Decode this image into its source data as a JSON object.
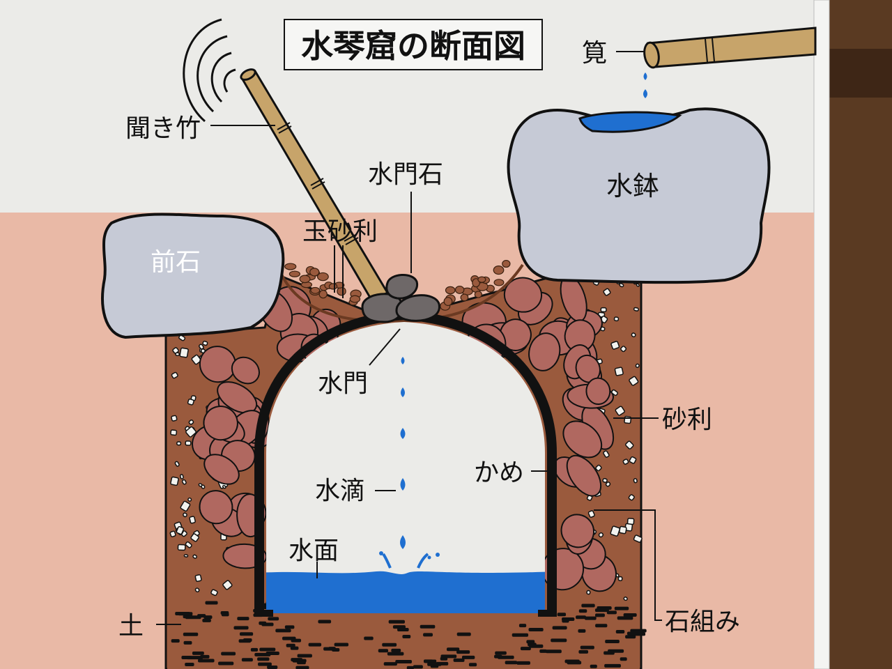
{
  "title": "水琴窟の断面図",
  "labels": {
    "kakei": "筧",
    "kikitake": "聞き竹",
    "suimonseki": "水門石",
    "tamajari": "玉砂利",
    "chozubachi": "水鉢",
    "maeishi": "前石",
    "suimon": "水門",
    "jari": "砂利",
    "kame": "かめ",
    "suiteki": "水滴",
    "suimen": "水面",
    "tsuchi": "土",
    "ishigumi": "石組み"
  },
  "colors": {
    "board": "#ebebe8",
    "ground": "#e9b9a6",
    "soil": "#9a5a3d",
    "stones": "#b06860",
    "rock": "#c6cad6",
    "water": "#1f6fd0",
    "bamboo": "#c7a46a",
    "wood": "#5a3a22"
  },
  "icons": {
    "sound_waves": "sound-waves-icon"
  }
}
